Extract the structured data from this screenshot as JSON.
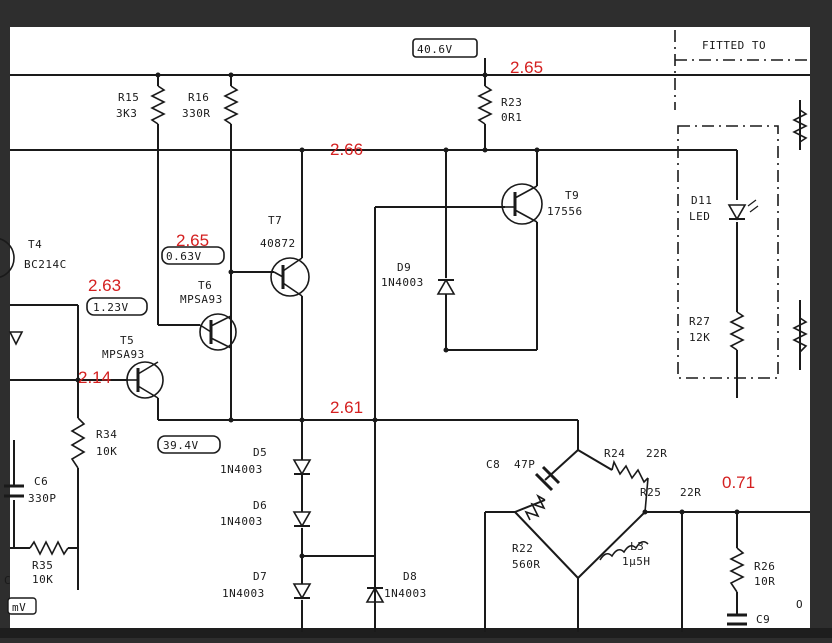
{
  "schematic": {
    "fitted_to": "FITTED TO",
    "top_node": "40.6V",
    "components": {
      "r15": {
        "ref": "R15",
        "value": "3K3"
      },
      "r16": {
        "ref": "R16",
        "value": "330R"
      },
      "r23": {
        "ref": "R23",
        "value": "0R1"
      },
      "t4": {
        "ref": "T4",
        "type": "BC214C"
      },
      "t5": {
        "ref": "T5",
        "type": "MPSA93"
      },
      "t6": {
        "ref": "T6",
        "type": "MPSA93"
      },
      "t7": {
        "ref": "T7",
        "type": "40872"
      },
      "t9": {
        "ref": "T9",
        "type": "17556"
      },
      "d5": {
        "ref": "D5",
        "type": "1N4003"
      },
      "d6": {
        "ref": "D6",
        "type": "1N4003"
      },
      "d7": {
        "ref": "D7",
        "type": "1N4003"
      },
      "d8": {
        "ref": "D8",
        "type": "1N4003"
      },
      "d9": {
        "ref": "D9",
        "type": "1N4003"
      },
      "d11": {
        "ref": "D11",
        "type": "LED"
      },
      "r27": {
        "ref": "R27",
        "value": "12K"
      },
      "r34": {
        "ref": "R34",
        "value": "10K"
      },
      "r35": {
        "ref": "R35",
        "value": "10K"
      },
      "c6": {
        "ref": "C6",
        "value": "330P"
      },
      "c8": {
        "ref": "C8",
        "value": "47P"
      },
      "r24": {
        "ref": "R24",
        "value": "22R"
      },
      "r25": {
        "ref": "R25",
        "value": "22R"
      },
      "r22": {
        "ref": "R22",
        "value": "560R"
      },
      "l3": {
        "ref": "L3",
        "value": "1µ5H"
      },
      "r26": {
        "ref": "R26",
        "value": "10R"
      },
      "c9": {
        "ref": "C9"
      }
    },
    "node_boxes": {
      "t6_base": "0.63V",
      "t5_base": "1.23V",
      "t5_emitter": "39.4V",
      "bottom_left": "mV"
    },
    "edge_letters": {
      "c_left": "C",
      "o_right": "O"
    }
  },
  "measurements": [
    "2.65",
    "2.66",
    "2.65",
    "2.63",
    "2.14",
    "2.61",
    "0.71"
  ]
}
